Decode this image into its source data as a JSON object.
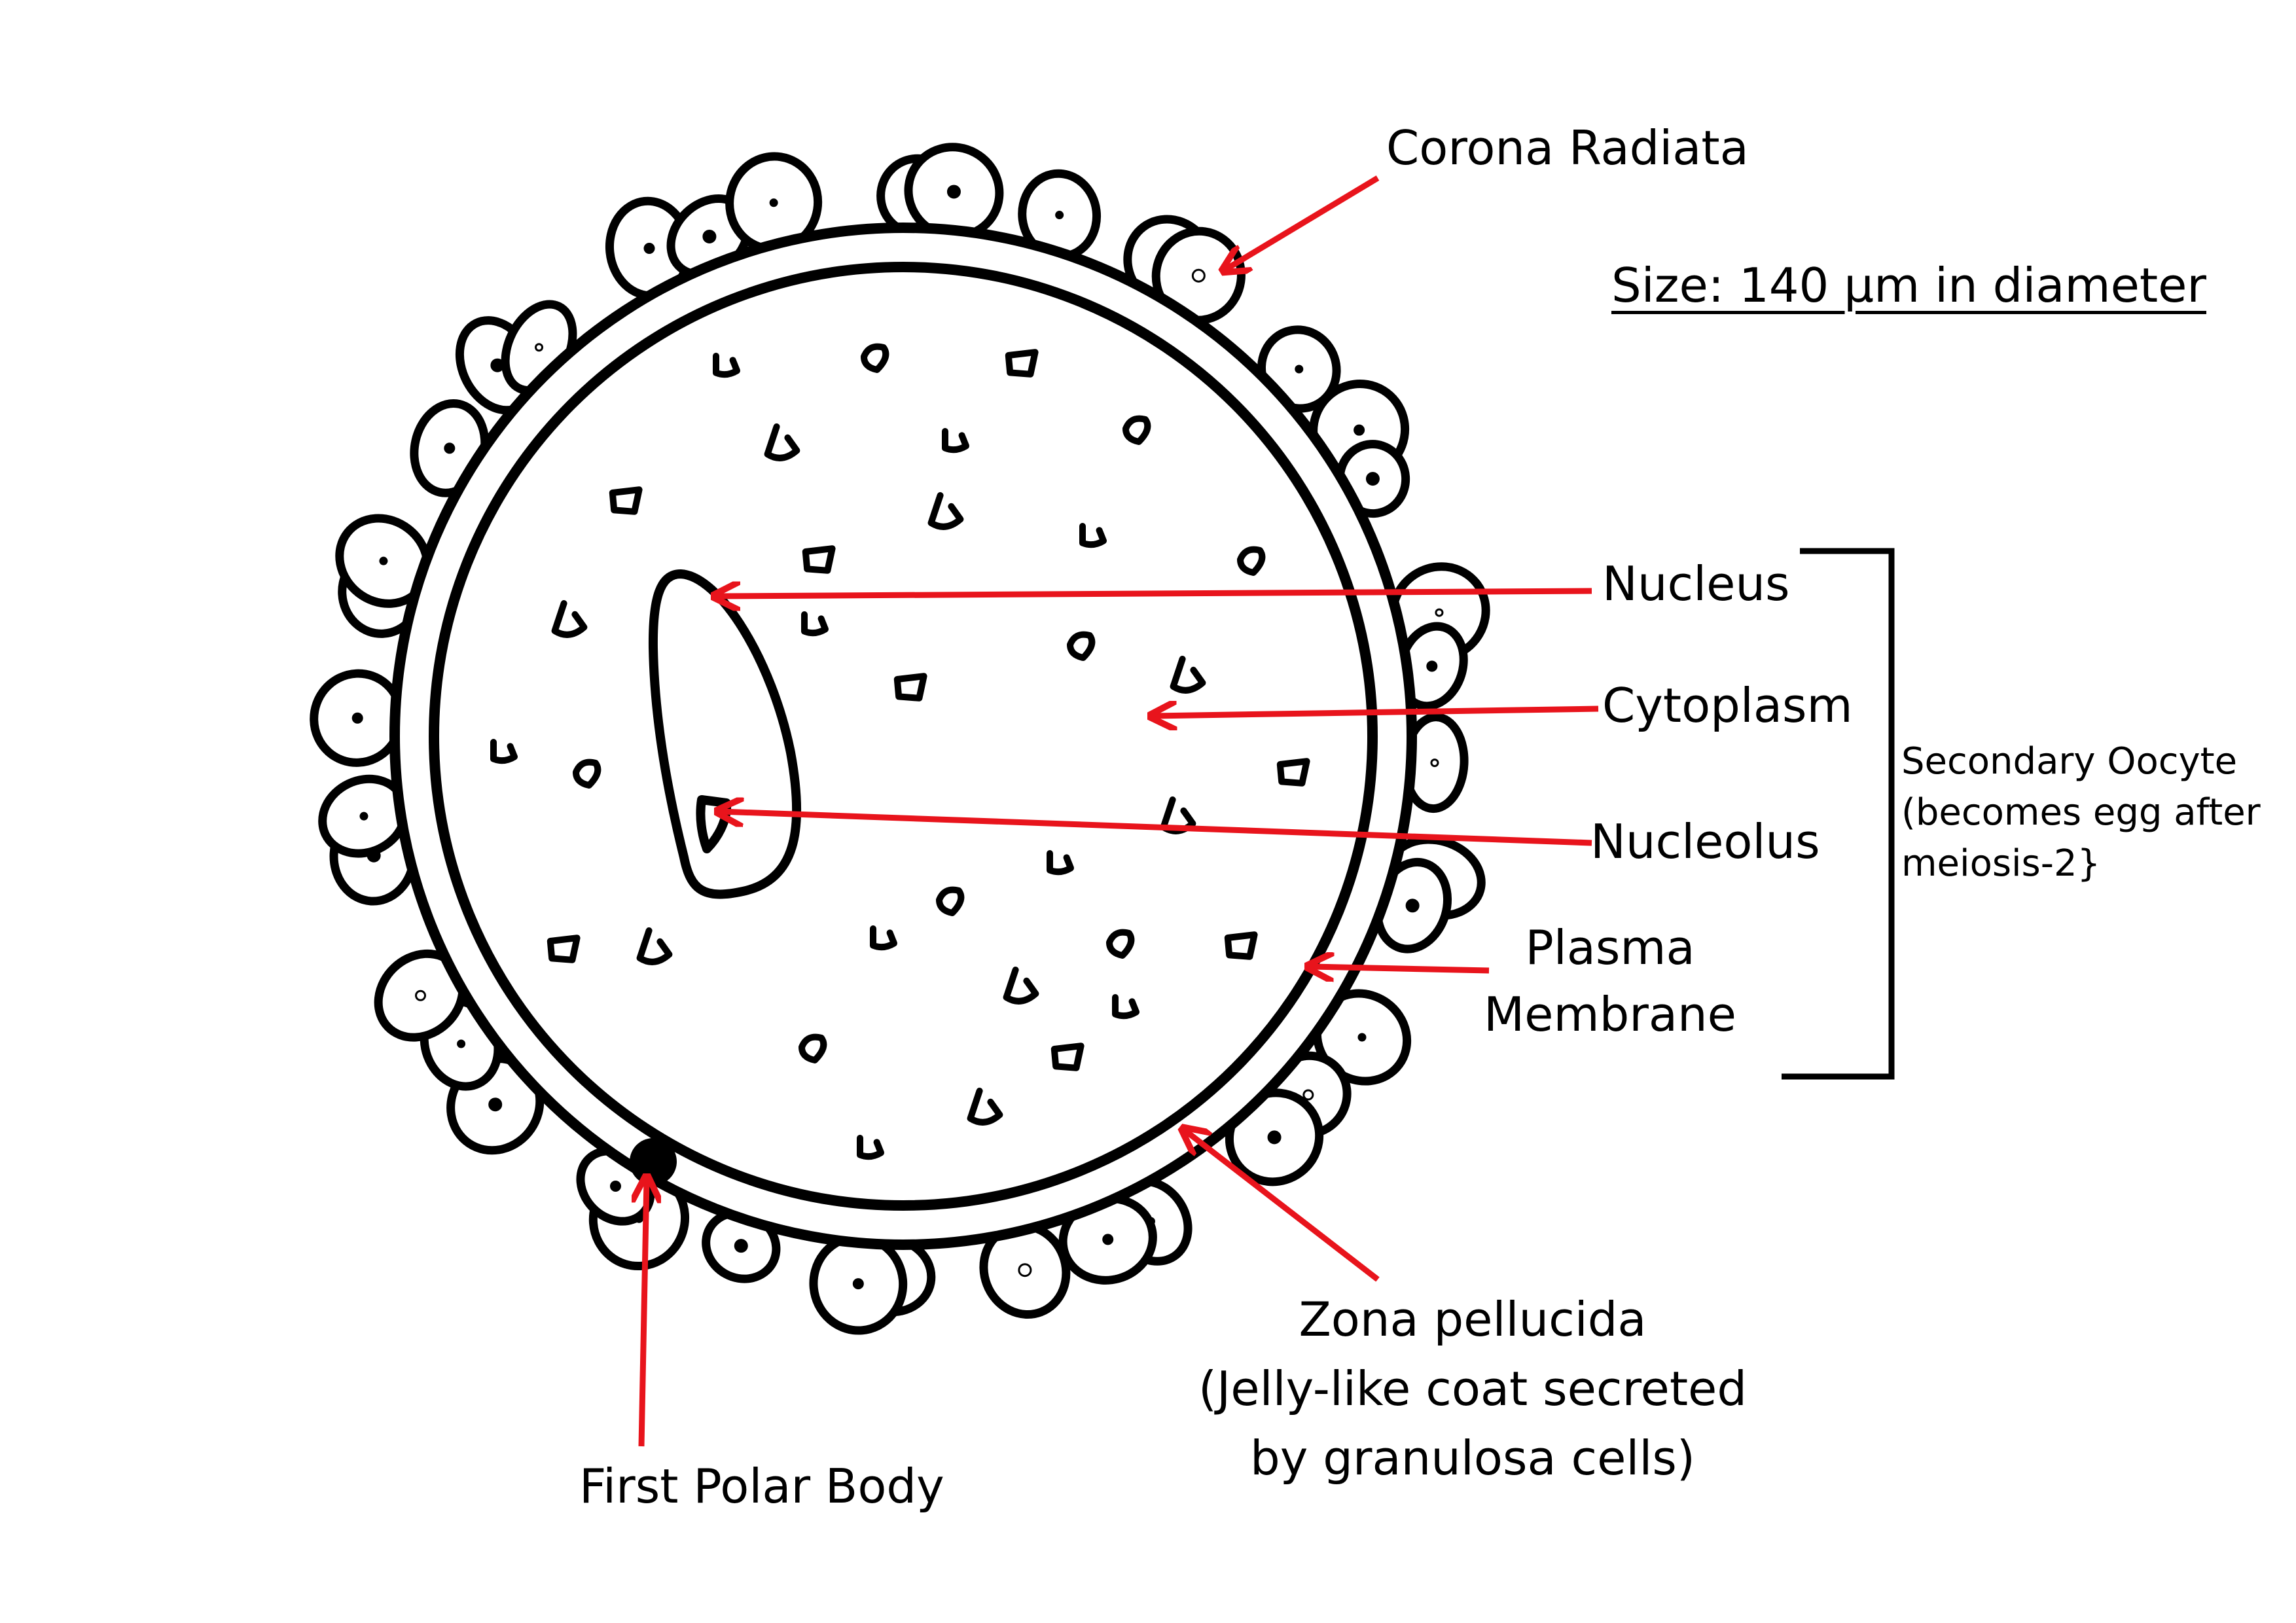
{
  "labels": {
    "corona_radiata": "Corona Radiata",
    "size": "Size: 140 µm in diameter",
    "nucleus": "Nucleus",
    "cytoplasm": "Cytoplasm",
    "nucleolus": "Nucleolus",
    "plasma_membrane_1": "Plasma",
    "plasma_membrane_2": "Membrane",
    "secondary_oocyte_1": "Secondary Oocyte",
    "secondary_oocyte_2": "(becomes egg after",
    "secondary_oocyte_3": "meiosis-2}",
    "zona_pellucida_1": "Zona pellucida",
    "zona_pellucida_2": "(Jelly-like coat secreted",
    "zona_pellucida_3": "by granulosa cells)",
    "first_polar_body": "First Polar Body"
  },
  "colors": {
    "outline": "#000000",
    "arrow": "#e8141c",
    "background": "#ffffff"
  }
}
